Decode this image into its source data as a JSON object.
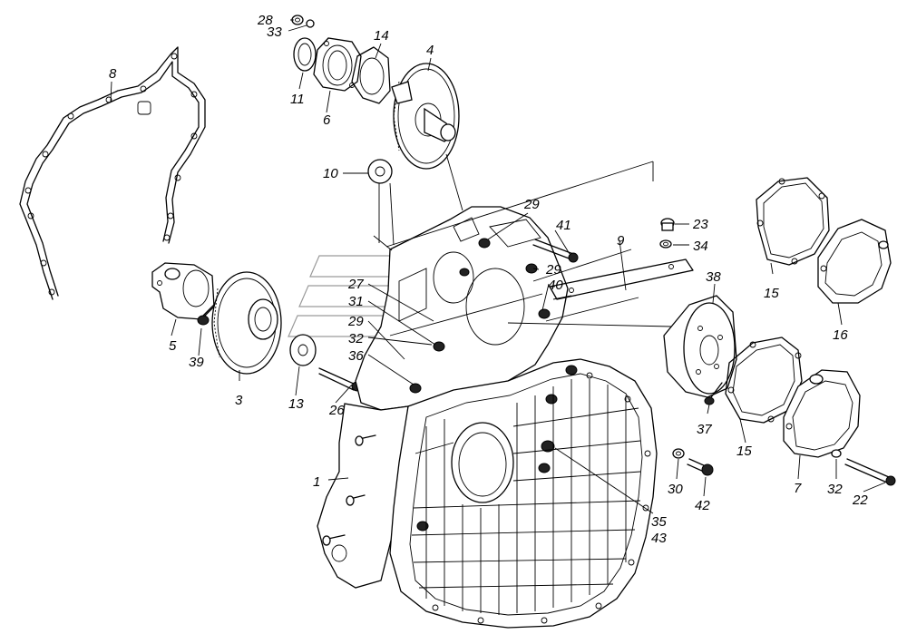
{
  "labels": {
    "p1": "1",
    "p3": "3",
    "p4": "4",
    "p5": "5",
    "p6": "6",
    "p7": "7",
    "p8": "8",
    "p9": "9",
    "p10": "10",
    "p11": "11",
    "p13": "13",
    "p14": "14",
    "p15a": "15",
    "p15b": "15",
    "p16": "16",
    "p22": "22",
    "p23": "23",
    "p26": "26",
    "p27": "27",
    "p28": "28",
    "p29a": "29",
    "p29b": "29",
    "p29c": "29",
    "p30": "30",
    "p31": "31",
    "p32a": "32",
    "p32b": "32",
    "p33": "33",
    "p34": "34",
    "p35": "35",
    "p36": "36",
    "p37": "37",
    "p38": "38",
    "p39": "39",
    "p40": "40",
    "p41": "41",
    "p42": "42",
    "p43": "43"
  }
}
